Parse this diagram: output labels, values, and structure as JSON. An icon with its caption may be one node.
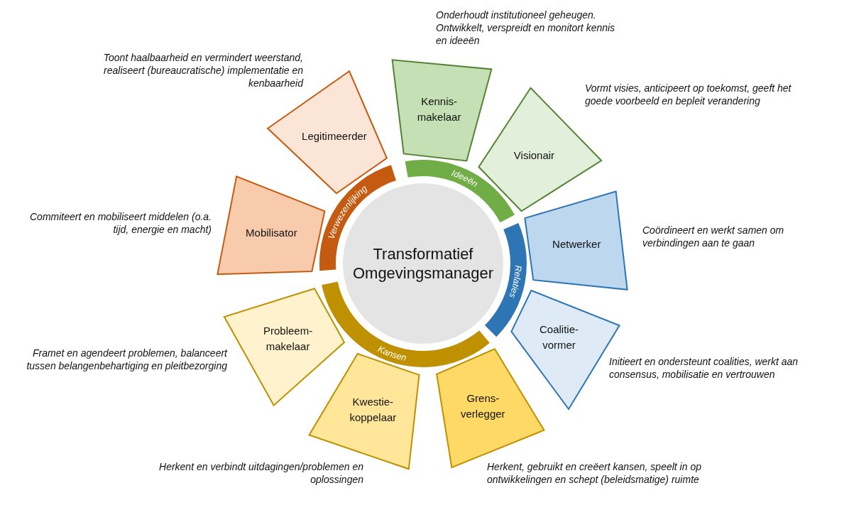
{
  "diagram": {
    "nodes": [
      {
        "text": [
          "Transformatief Omgevingsmanager"
        ]
      },
      {
        "text": [
          "Ideeën"
        ]
      },
      {
        "text": [
          "Relaties"
        ]
      },
      {
        "text": [
          "Kansen"
        ]
      },
      {
        "text": [
          "Verwezenlijking"
        ]
      },
      {
        "text": [
          "Kennis- makelaar"
        ],
        "beside": [
          "Onderhoudt institutioneel geheugen. Ontwikkelt, verspreidt en monitort kennis en ideeën"
        ]
      },
      {
        "text": [
          "Visionair"
        ],
        "beside": [
          "Vormt visies, anticipeert op toekomst, geeft het goede voorbeeld en bepleit verandering"
        ]
      },
      {
        "text": [
          "Netwerker"
        ],
        "beside": [
          "Coördineert en werkt samen om verbindingen aan te gaan"
        ]
      },
      {
        "text": [
          "Coalitie- vormer"
        ],
        "beside": [
          "Initieert en ondersteunt coalities, werkt aan consensus, mobilisatie en vertrouwen"
        ]
      },
      {
        "text": [
          "Grens- verlegger"
        ],
        "beside": [
          "Herkent, gebruikt en creëert kansen, speelt in op ontwikkelingen en schept (beleidsmatige) ruimte"
        ]
      },
      {
        "text": [
          "Kwestie- koppelaar"
        ],
        "beside": [
          "Herkent en verbindt uitdagingen/problemen en oplossingen"
        ]
      },
      {
        "text": [
          "Probleem- makelaar"
        ],
        "beside": [
          "Framet en agendeert problemen, balanceert tussen belangenbehartiging en pleitbezorging"
        ]
      },
      {
        "text": [
          "Mobilisator"
        ],
        "beside": [
          "Commiteert en mobiliseert middelen (o.a. tijd, energie en macht)"
        ]
      },
      {
        "text": [
          "Legitimeerder"
        ],
        "beside": [
          "Toont haalbaarheid en vermindert weerstand, realiseert (bureaucratische) implementatie en kenbaarheid"
        ]
      }
    ]
  }
}
